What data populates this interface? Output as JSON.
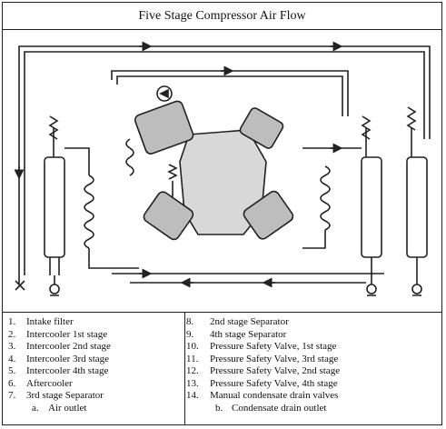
{
  "title": "Five Stage Compressor Air Flow",
  "legend_left": [
    {
      "num": "1.",
      "text": "Intake filter"
    },
    {
      "num": "2.",
      "text": "Intercooler 1st stage"
    },
    {
      "num": "3.",
      "text": "Intercooler 2nd stage"
    },
    {
      "num": "4.",
      "text": "Intercooler 3rd stage"
    },
    {
      "num": "5.",
      "text": "Intercooler 4th stage"
    },
    {
      "num": "6.",
      "text": "Aftercooler"
    },
    {
      "num": "7.",
      "text": "3rd stage Separator"
    }
  ],
  "legend_left_sub": {
    "num": "a.",
    "text": "Air outlet"
  },
  "legend_right": [
    {
      "num": "8.",
      "text": "2nd stage Separator"
    },
    {
      "num": "9.",
      "text": "4th stage Separator"
    },
    {
      "num": "10.",
      "text": "Pressure Safety Valve, 1st stage"
    },
    {
      "num": "11.",
      "text": "Pressure Safety Valve, 3rd stage"
    },
    {
      "num": "12.",
      "text": "Pressure Safety Valve, 2nd stage"
    },
    {
      "num": "13.",
      "text": "Pressure Safety Valve, 4th stage"
    },
    {
      "num": "14.",
      "text": "Manual condensate drain valves"
    }
  ],
  "legend_right_sub": {
    "num": "b.",
    "text": "Condensate drain outlet"
  },
  "colors": {
    "line": "#222222",
    "compressor_fill": "#d8d8d8",
    "head_fill": "#bdbdbd"
  }
}
